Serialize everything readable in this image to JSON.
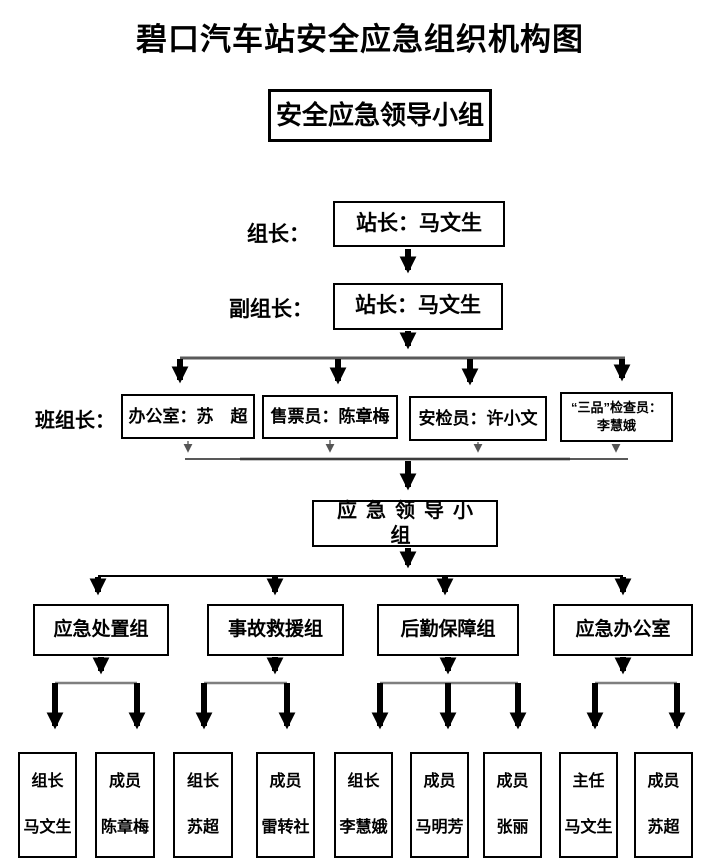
{
  "title": "碧口汽车站安全应急组织机构图",
  "top_box": {
    "label": "安全应急领导小组"
  },
  "leader_row": {
    "label": "组长：",
    "box": "站长：马文生"
  },
  "deputy_row": {
    "label": "副组长：",
    "box": "站长：马文生"
  },
  "team_leader_row": {
    "label": "班组长：",
    "boxes": [
      {
        "label": "办公室：苏　超"
      },
      {
        "label": "售票员：陈章梅"
      },
      {
        "label": "安检员：许小文"
      },
      {
        "line1": "“三品”检查员：",
        "line2": "李慧娥"
      }
    ]
  },
  "emergency_group_box": {
    "label": "应急领导小组"
  },
  "groups": [
    {
      "label": "应急处置组"
    },
    {
      "label": "事故救援组"
    },
    {
      "label": "后勤保障组"
    },
    {
      "label": "应急办公室"
    }
  ],
  "members": [
    {
      "role": "组长",
      "name": "马文生"
    },
    {
      "role": "成员",
      "name": "陈章梅"
    },
    {
      "role": "组长",
      "name": "苏超"
    },
    {
      "role": "成员",
      "name": "雷转社"
    },
    {
      "role": "组长",
      "name": "李慧娥"
    },
    {
      "role": "成员",
      "name": "马明芳"
    },
    {
      "role": "成员",
      "name": "张丽"
    },
    {
      "role": "主任",
      "name": "马文生"
    },
    {
      "role": "成员",
      "name": "苏超"
    }
  ],
  "colors": {
    "line": "#000000",
    "gray_line": "#7f7f7f",
    "background": "#ffffff",
    "text": "#000000"
  }
}
